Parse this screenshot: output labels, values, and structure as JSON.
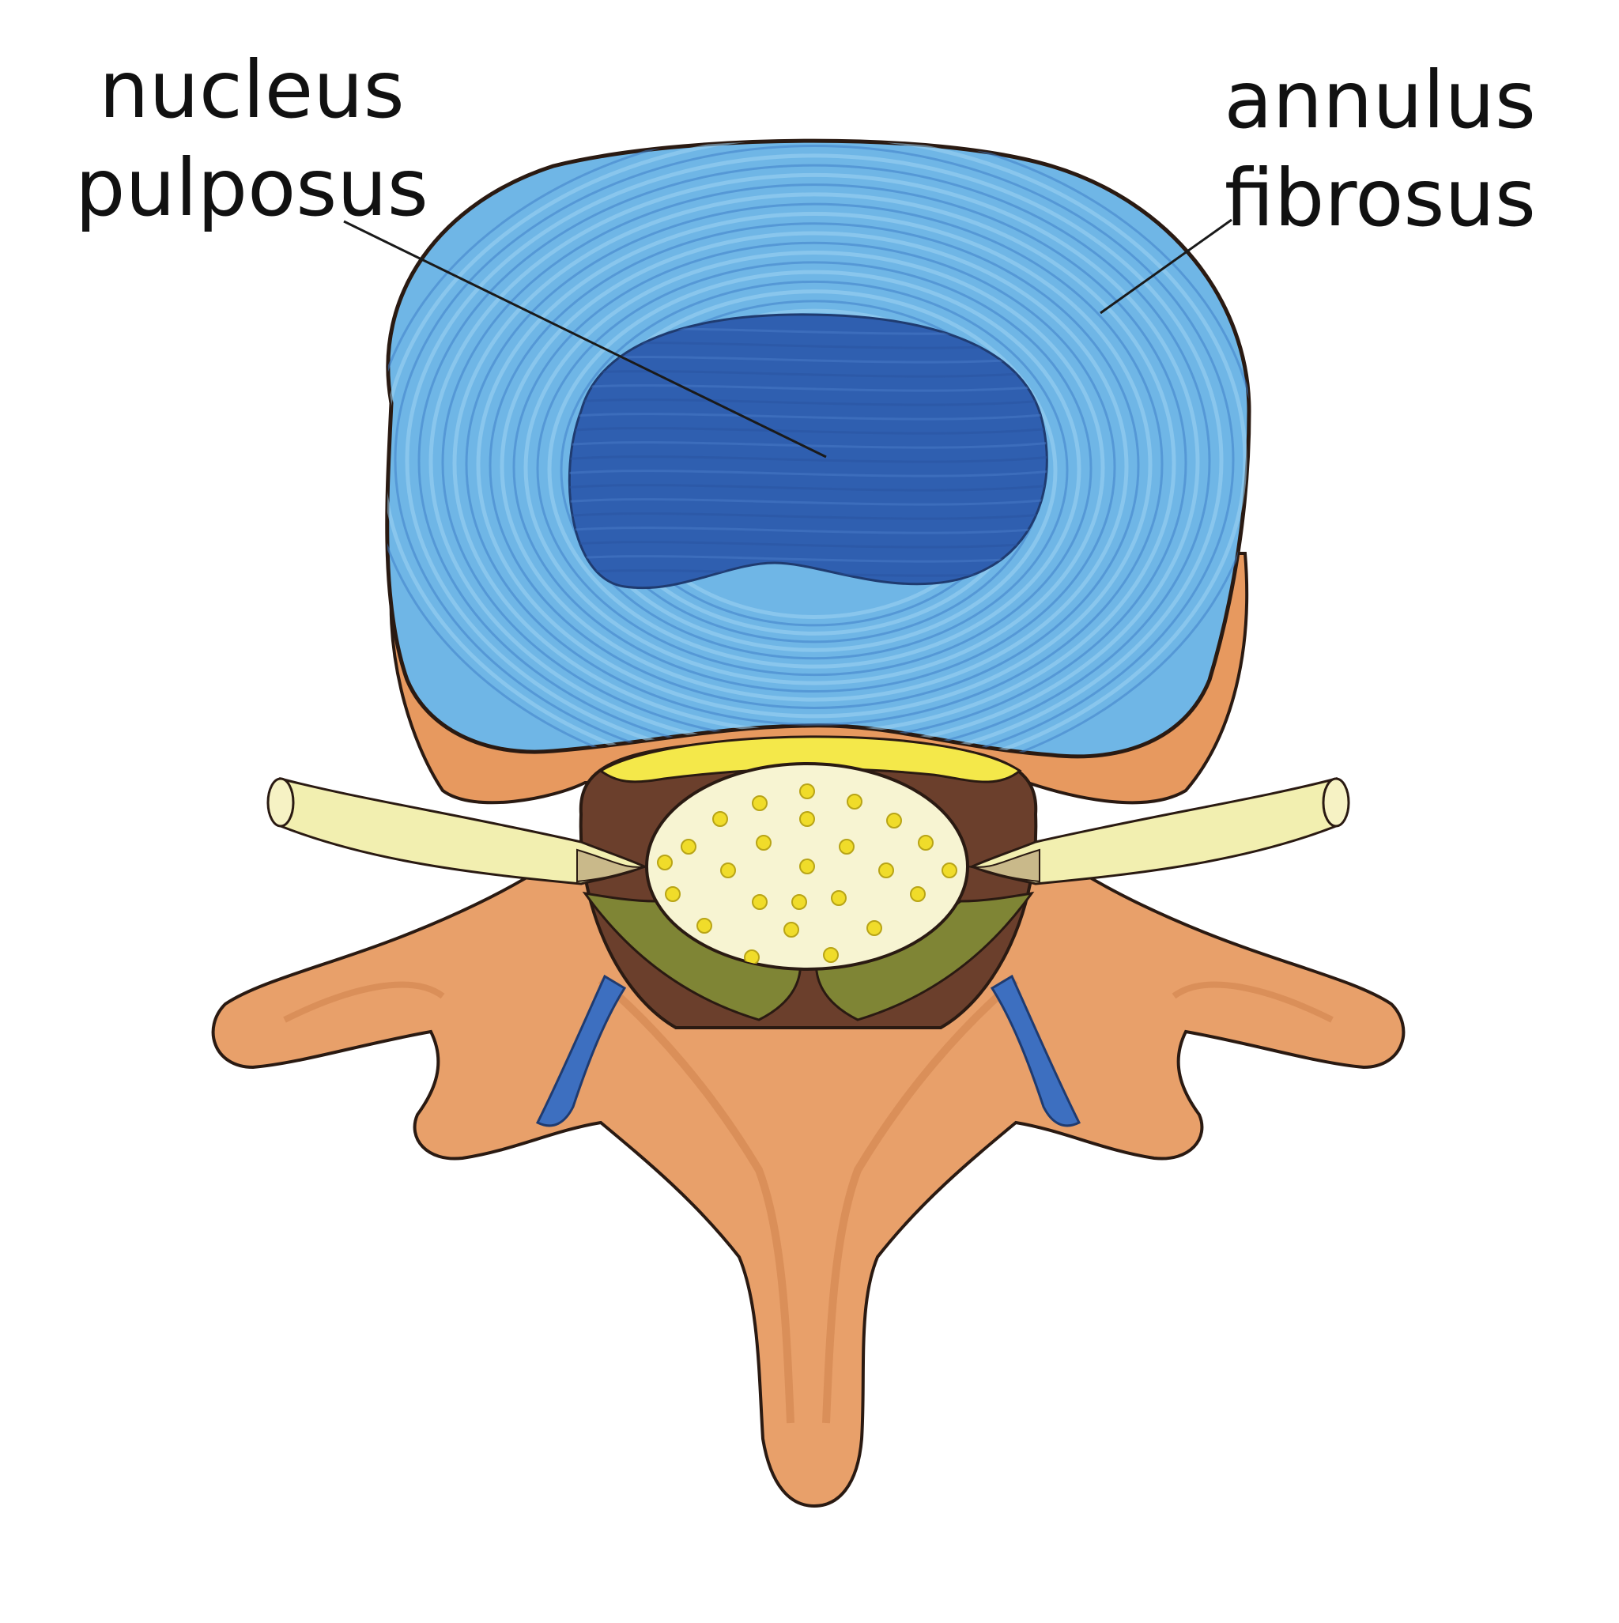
{
  "labels": {
    "nucleus": {
      "line1": "nucleus",
      "line2": "pulposus"
    },
    "annulus": {
      "line1": "annulus",
      "line2": "fibrosus"
    }
  },
  "colors": {
    "background": "#ffffff",
    "annulus_blue": "#6fb6e6",
    "nucleus_blue": "#2f5fb0",
    "bone_orange": "#e8a06a",
    "bone_shadow": "#c97a45",
    "nerve_yellow": "#f2efb0",
    "cord_cream": "#f7f4d2",
    "cord_dot_yellow": "#f0dc2a",
    "ligament_green": "#7f8535",
    "canal_brown": "#6b3f2c",
    "outline": "#2a1a12",
    "leader_line": "#1a1a1a"
  },
  "icons": [
    "vertebra-cross-section-illustration"
  ]
}
